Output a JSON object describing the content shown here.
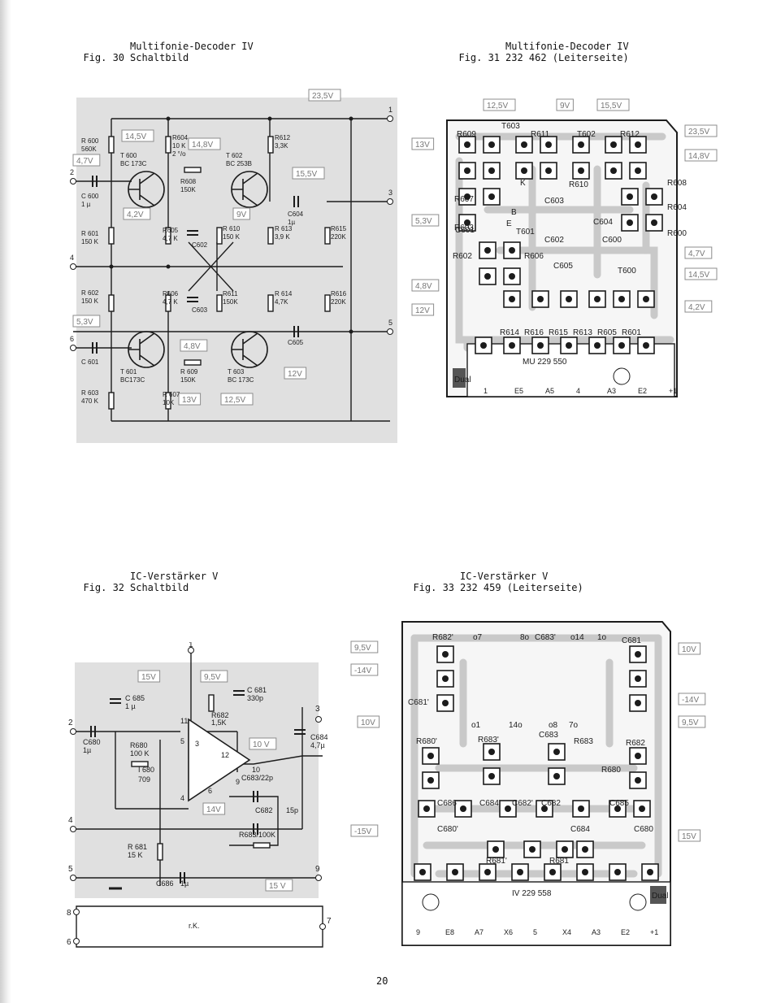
{
  "page_number": "20",
  "fig30": {
    "caption": "Fig. 30",
    "title": "Multifonie-Decoder IV",
    "subtitle": "Schaltbild",
    "voltages": [
      "23,5V",
      "14,5V",
      "14,8V",
      "15,5V",
      "4,7V",
      "4,2V",
      "9V",
      "5,3V",
      "4,8V",
      "12V",
      "13V",
      "12,5V"
    ],
    "terminals": [
      "1",
      "2",
      "3",
      "4",
      "5",
      "6"
    ],
    "components": [
      "R 600",
      "560K",
      "T 600",
      "BC 173C",
      "R604",
      "10 K",
      "2 °/o",
      "R608",
      "150K",
      "T 602",
      "BC 253B",
      "R612",
      "3,3K",
      "C 600",
      "1 µ",
      "C604",
      "1µ",
      "R 601",
      "150 K",
      "R605",
      "4,7 K",
      "R 610",
      "150 K",
      "R 613",
      "3,9 K",
      "R615",
      "220K",
      "C602",
      "R 602",
      "150 K",
      "R606",
      "4,7 K",
      "R611",
      "150K",
      "R 614",
      "4,7K",
      "R616",
      "220K",
      "C603",
      "C 601",
      "T 601",
      "BC173C",
      "R 609",
      "150K",
      "T 603",
      "BC 173C",
      "C605",
      "R 603",
      "470 K",
      "R 607",
      "10K"
    ]
  },
  "fig31": {
    "caption": "Fig. 31",
    "title": "Multifonie-Decoder IV",
    "subtitle": "232 462 (Leiterseite)",
    "voltages": [
      "12,5V",
      "9V",
      "15,5V",
      "13V",
      "23,5V",
      "14,8V",
      "5,3V",
      "4,7V",
      "14,5V",
      "4,8V",
      "12V",
      "4,2V"
    ],
    "labels": [
      "R609",
      "T603",
      "R611",
      "T602",
      "R612",
      "R607",
      "R603",
      "R608",
      "R604",
      "R600",
      "R610",
      "C603",
      "C604",
      "C601",
      "T601",
      "C602",
      "C600",
      "R602",
      "R606",
      "C605",
      "T600",
      "R614",
      "R616",
      "R615",
      "R613",
      "R605",
      "R601",
      "K",
      "B",
      "E",
      "MU 229 550",
      "Dual"
    ],
    "pins": [
      "1",
      "E5",
      "A5",
      "4",
      "A3",
      "E2",
      "+1"
    ]
  },
  "fig32": {
    "caption": "Fig. 32",
    "title": "IC-Verstärker V",
    "subtitle": "Schaltbild",
    "voltages": [
      "15V",
      "9,5V",
      "10 V",
      "14V",
      "15 V"
    ],
    "terminals": [
      "1",
      "2",
      "3",
      "4",
      "5",
      "9",
      "8",
      "6",
      "7"
    ],
    "components": [
      "C 685",
      "1 µ",
      "C 681",
      "330p",
      "R682",
      "1,5K",
      "C684",
      "4,7µ",
      "C680",
      "1µ",
      "R680",
      "100 K",
      "I 680",
      "709",
      "C683/22p",
      "C682",
      "15p",
      "R683/100K",
      "R 681",
      "15 K",
      "C686",
      "1µ",
      "r.K."
    ],
    "ic_pins": [
      "11",
      "5",
      "3",
      "12",
      "10",
      "9",
      "6",
      "4"
    ]
  },
  "fig33": {
    "caption": "Fig. 33",
    "title": "IC-Verstärker V",
    "subtitle": "232 459 (Leiterseite)",
    "voltages": [
      "9,5V",
      "-14V",
      "10V",
      "-15V",
      "10V",
      "-14V",
      "9,5V",
      "15V"
    ],
    "labels": [
      "R682'",
      "o7",
      "8o",
      "C683'",
      "o14",
      "1o",
      "C681",
      "C681'",
      "o1",
      "14o",
      "o8",
      "7o",
      "R680'",
      "R683'",
      "C683",
      "R683",
      "R682",
      "R680",
      "C686",
      "C684'",
      "C682'",
      "C682",
      "C685",
      "C680'",
      "C684",
      "C680",
      "R681'",
      "R681",
      "IV 229 558",
      "Dual"
    ],
    "pins": [
      "9",
      "E8",
      "A7",
      "X6",
      "5",
      "X4",
      "A3",
      "E2",
      "+1"
    ]
  },
  "colors": {
    "shade": "#e0e0e0",
    "ink": "#1c1c1c",
    "trace": "#c9c9c9",
    "box": "#8c8c8c"
  }
}
